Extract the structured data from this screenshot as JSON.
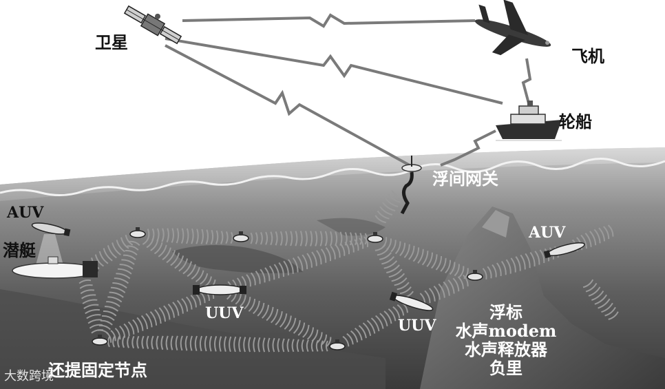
{
  "labels": {
    "satellite": "卫星",
    "airplane": "飞机",
    "ship": "轮船",
    "buoy_gateway": "浮间网关",
    "auv_left": "AUV",
    "submarine": "潜艇",
    "auv_right": "AUV",
    "uuv_center": "UUV",
    "uuv_right": "UUV",
    "fixed_nodes": "还提固定节点",
    "buoy": "浮标",
    "acoustic_modem": "水声modem",
    "acoustic_release": "水声释放器",
    "anchor": "负里"
  },
  "watermark": "大数跨境",
  "icons": [
    "satellite-icon",
    "airplane-icon",
    "ship-icon",
    "buoy-icon",
    "submarine-icon",
    "auv-icon",
    "uuv-icon",
    "sensor-node-icon"
  ],
  "colors": {
    "sky": "#ffffff",
    "water_surface": "#bdbdbd",
    "deep_water": "#5a5a5a",
    "acoustic_wave": "#9a9a9a",
    "label_dark": "#111111",
    "label_light": "#ffffff"
  }
}
